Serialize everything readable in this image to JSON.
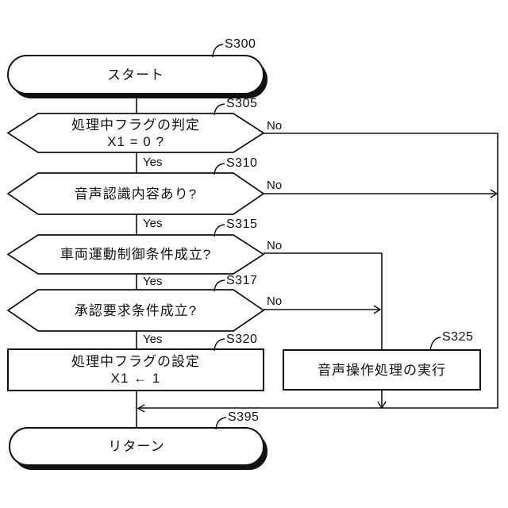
{
  "diagram": {
    "type": "flowchart",
    "language": "ja",
    "colors": {
      "ink": "#111111",
      "background": "#ffffff"
    },
    "nodes": {
      "s300": {
        "step": "S300",
        "shape": "terminal",
        "text": "スタート"
      },
      "s305": {
        "step": "S305",
        "shape": "decision",
        "line1": "処理中フラグの判定",
        "line2": "X1 = 0 ?"
      },
      "s310": {
        "step": "S310",
        "shape": "decision",
        "text": "音声認識内容あり?"
      },
      "s315": {
        "step": "S315",
        "shape": "decision",
        "text": "車両運動制御条件成立?"
      },
      "s317": {
        "step": "S317",
        "shape": "decision",
        "text": "承認要求条件成立?"
      },
      "s320": {
        "step": "S320",
        "shape": "process",
        "line1": "処理中フラグの設定",
        "line2": "X1 ← 1"
      },
      "s325": {
        "step": "S325",
        "shape": "process",
        "text": "音声操作処理の実行"
      },
      "s395": {
        "step": "S395",
        "shape": "terminal",
        "text": "リターン"
      }
    },
    "edge_labels": {
      "yes": "Yes",
      "no": "No"
    }
  }
}
